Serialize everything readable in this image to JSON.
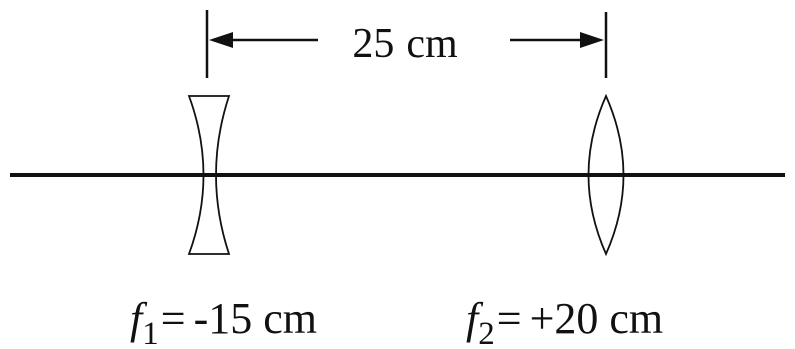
{
  "separation": {
    "value": "25",
    "unit": "cm"
  },
  "lens1": {
    "type": "diverging",
    "symbol": "f",
    "subscript": "1",
    "equals": "=",
    "value": "-15",
    "unit": "cm"
  },
  "lens2": {
    "type": "converging",
    "symbol": "f",
    "subscript": "2",
    "equals": "=",
    "value": "+20",
    "unit": "cm"
  },
  "colors": {
    "line": "#111111",
    "background": "#ffffff"
  }
}
